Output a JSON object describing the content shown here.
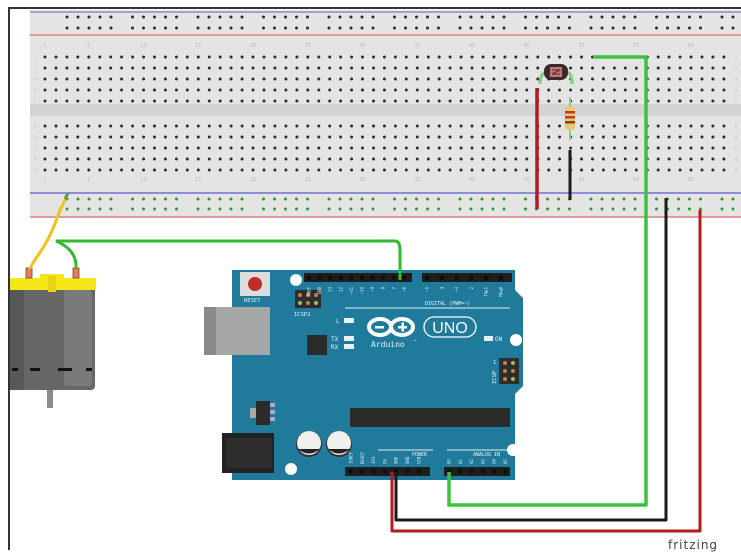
{
  "diagram": {
    "title": "Arduino UNO LDR-controlled DC motor circuit (breadboard view)",
    "components": [
      {
        "id": "breadboard",
        "type": "full-size breadboard",
        "rows_top": [
          "J",
          "I",
          "H",
          "G",
          "F"
        ],
        "rows_bottom": [
          "E",
          "D",
          "C",
          "B",
          "A"
        ],
        "column_labels": [
          "1",
          "5",
          "10",
          "15",
          "20",
          "25",
          "30",
          "35",
          "40",
          "45",
          "50",
          "55",
          "60"
        ]
      },
      {
        "id": "ldr",
        "type": "photoresistor (LDR)"
      },
      {
        "id": "resistor",
        "type": "resistor",
        "bands": [
          "#c0392b",
          "#e0a030",
          "#8b4513"
        ]
      },
      {
        "id": "motor",
        "type": "DC motor"
      },
      {
        "id": "arduino",
        "type": "Arduino UNO"
      }
    ],
    "wires": [
      {
        "color": "green",
        "from": "motor terminal",
        "to": "Arduino digital pin 9"
      },
      {
        "color": "yellow",
        "from": "motor terminal",
        "to": "breadboard GND rail"
      },
      {
        "color": "green",
        "from": "LDR/resistor junction",
        "to": "Arduino A0"
      },
      {
        "color": "red",
        "from": "Arduino 5V",
        "to": "breadboard + rail"
      },
      {
        "color": "black",
        "from": "Arduino GND",
        "to": "breadboard - rail"
      },
      {
        "color": "red",
        "from": "breadboard + rail",
        "to": "LDR"
      },
      {
        "color": "black",
        "from": "resistor",
        "to": "breadboard - rail"
      }
    ],
    "colors": {
      "board": "#1f7a9c",
      "wire_green": "#3cbf3c",
      "wire_red": "#b01c22",
      "wire_black": "#1b1b1b",
      "wire_yellow": "#f2c21b",
      "motor_cap": "#f5e61a",
      "motor_body": "#6d6d6d"
    }
  },
  "arduino": {
    "logo_text": "UNO",
    "brand": "Arduino",
    "brand_tm": "™",
    "reset_label": "RESET",
    "icsp2_label": "ICSP2",
    "icsp_label": "ICSP",
    "icsp_pin1": "1",
    "led_l": "L",
    "led_tx": "TX",
    "led_rx": "RX",
    "led_on": "ON",
    "digital_label": "DIGITAL (PWM=~)",
    "power_label": "POWER",
    "analog_label": "ANALOG IN",
    "digital_pins": [
      "AREF",
      "GND",
      "13",
      "12",
      "~11",
      "~10",
      "~9",
      "8",
      "7",
      "~6",
      "~5",
      "4",
      "~3",
      "2",
      "TX▶1",
      "RX◀0"
    ],
    "power_pins": [
      "IOREF",
      "RESET",
      "3V3",
      "5V",
      "GND",
      "GND",
      "VIN"
    ],
    "analog_pins": [
      "A0",
      "A1",
      "A2",
      "A3",
      "A4",
      "A5"
    ]
  },
  "caption": "fritzing"
}
